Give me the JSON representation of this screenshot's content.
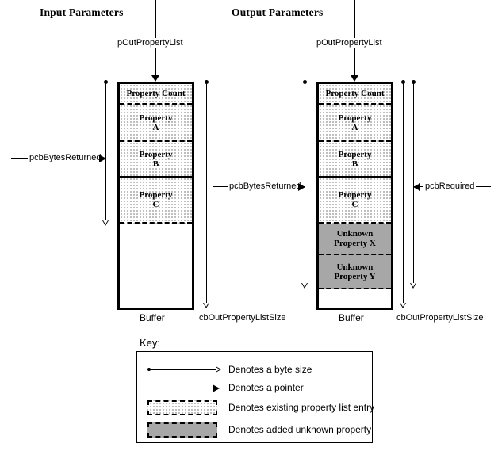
{
  "diagram": {
    "title_left": "Input Parameters",
    "title_right": "Output Parameters",
    "pointer_label_left": "pOutPropertyList",
    "pointer_label_right": "pOutPropertyList",
    "buffer_caption_left": "Buffer",
    "buffer_caption_right": "Buffer",
    "size_label_left_outer": "cbOutPropertyListSize",
    "size_label_right_outer": "cbOutPropertyListSize",
    "bytes_returned_left": "pcbBytesReturned",
    "bytes_returned_right": "pcbBytesReturned",
    "required_right": "pcbRequired"
  },
  "left_buffer": {
    "cells": [
      {
        "line1": "Property Count",
        "line2": "",
        "fill": "existing"
      },
      {
        "line1": "Property",
        "line2": "A",
        "fill": "existing"
      },
      {
        "line1": "Property",
        "line2": "B",
        "fill": "existing"
      },
      {
        "line1": "Property",
        "line2": "C",
        "fill": "existing"
      },
      {
        "line1": "",
        "line2": "",
        "fill": "empty"
      }
    ]
  },
  "right_buffer": {
    "cells": [
      {
        "line1": "Property Count",
        "line2": "",
        "fill": "existing"
      },
      {
        "line1": "Property",
        "line2": "A",
        "fill": "existing"
      },
      {
        "line1": "Property",
        "line2": "B",
        "fill": "existing"
      },
      {
        "line1": "Property",
        "line2": "C",
        "fill": "existing"
      },
      {
        "line1": "Unknown",
        "line2": "Property X",
        "fill": "unknown"
      },
      {
        "line1": "Unknown",
        "line2": "Property Y",
        "fill": "unknown"
      },
      {
        "line1": "",
        "line2": "",
        "fill": "empty"
      }
    ]
  },
  "key": {
    "title": "Key:",
    "rows": [
      {
        "icon": "byte-size-arrow",
        "text": "Denotes a byte size"
      },
      {
        "icon": "pointer-arrow",
        "text": "Denotes a pointer"
      },
      {
        "icon": "existing-entry-swatch",
        "text": "Denotes existing property list entry"
      },
      {
        "icon": "unknown-property-swatch",
        "text": "Denotes added unknown property"
      }
    ]
  },
  "colors": {
    "ink": "#000000",
    "paper": "#ffffff"
  }
}
